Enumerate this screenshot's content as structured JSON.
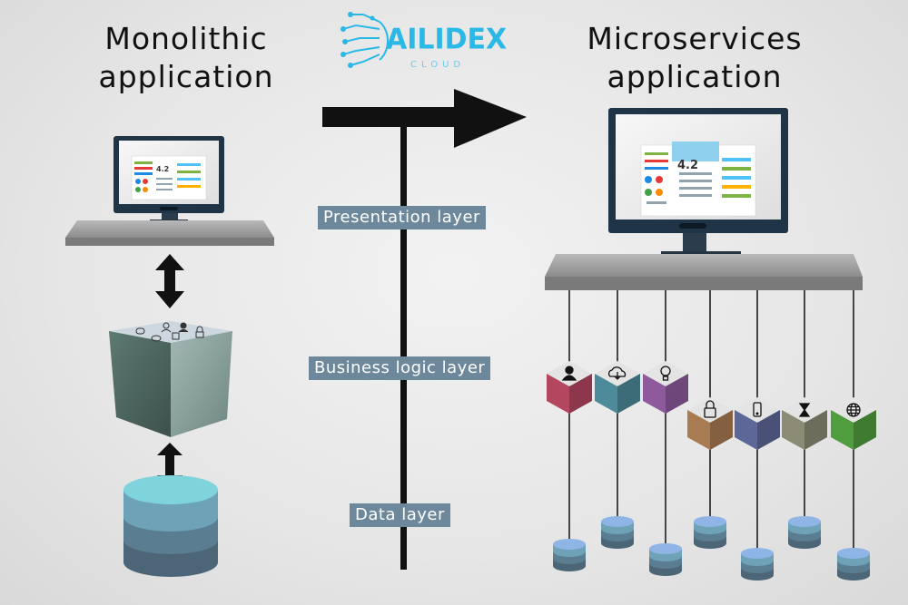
{
  "left_title": "Monolithic\napplication",
  "right_title": "Microservices\napplication",
  "logo": {
    "name": "AILIDEX",
    "sub": "CLOUD"
  },
  "layers": {
    "presentation": "Presentation layer",
    "business": "Business logic layer",
    "data": "Data layer"
  },
  "screen_rating": "4.2",
  "colors": {
    "accent": "#2ab8e6",
    "label_bg": "#6d879b",
    "db_top": "#7fd3da",
    "db_band1": "#6ea2b6",
    "db_band2": "#5a7d91",
    "db_band3": "#4c6677"
  },
  "microservices": [
    {
      "icon": "user-icon",
      "color": "#b44760"
    },
    {
      "icon": "cloud-download-icon",
      "color": "#4d8b9a"
    },
    {
      "icon": "lightbulb-icon",
      "color": "#8e5a9b"
    },
    {
      "icon": "lock-icon",
      "color": "#a97b52"
    },
    {
      "icon": "mobile-phone-icon",
      "color": "#5e6898"
    },
    {
      "icon": "hourglass-icon",
      "color": "#8c8c76"
    },
    {
      "icon": "globe-icon",
      "color": "#4f9d3e"
    }
  ]
}
